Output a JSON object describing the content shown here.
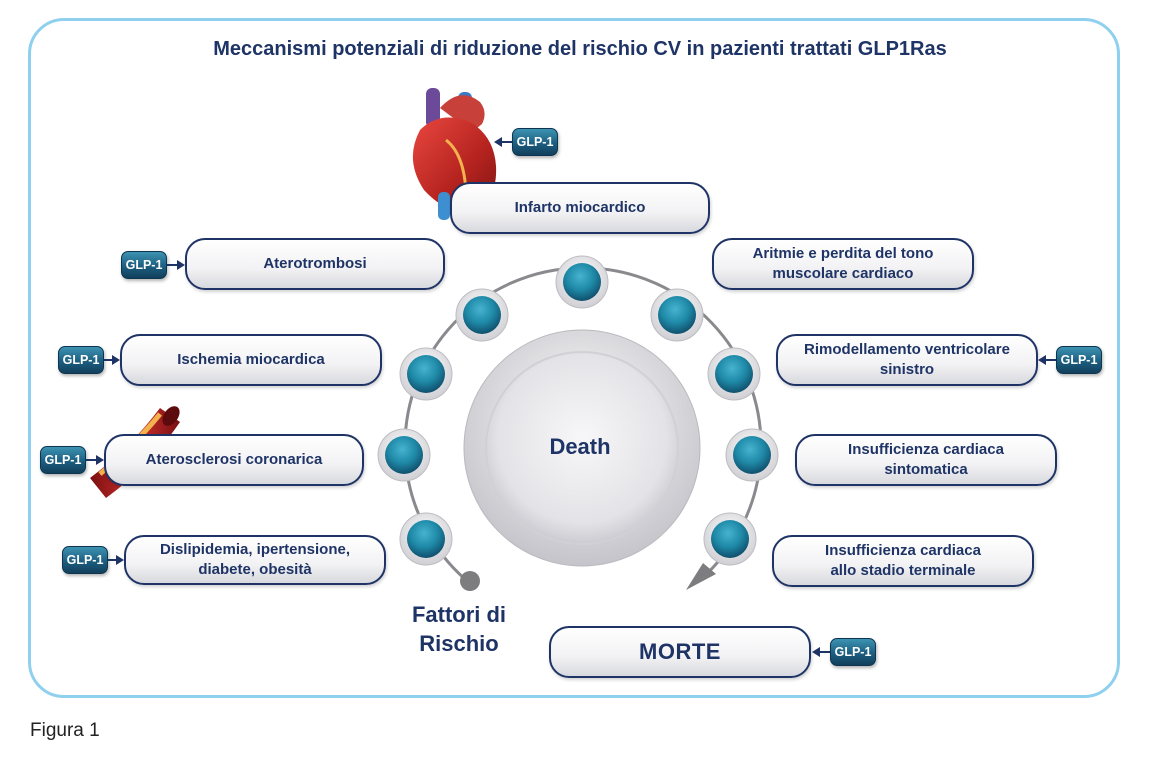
{
  "title": "Meccanismi potenziali di riduzione del rischio CV in pazienti trattati GLP1Ras",
  "center_label": "Death",
  "start_label": "Fattori di\nRischio",
  "tag_label": "GLP-1",
  "caption": "Figura 1",
  "colors": {
    "navy": "#1f3466",
    "frame": "#8fd0ef",
    "tag": "#1c5e80",
    "node": "#1f8aa8"
  },
  "stages": [
    {
      "id": "dislipidemia",
      "label": "Dislipidemia, ipertensione,\ndiabete, obesità",
      "glp1": true
    },
    {
      "id": "aterosclerosi",
      "label": "Aterosclerosi coronarica",
      "glp1": true
    },
    {
      "id": "ischemia",
      "label": "Ischemia miocardica",
      "glp1": true
    },
    {
      "id": "aterotrombosi",
      "label": "Aterotrombosi",
      "glp1": true
    },
    {
      "id": "infarto",
      "label": "Infarto miocardico",
      "glp1": true
    },
    {
      "id": "aritmie",
      "label": "Aritmie e perdita del tono\nmuscolare cardiaco",
      "glp1": false
    },
    {
      "id": "rimodellamento",
      "label": "Rimodellamento ventricolare\nsinistro",
      "glp1": true
    },
    {
      "id": "insuff-sintomatica",
      "label": "Insufficienza cardiaca sintomatica",
      "glp1": false
    },
    {
      "id": "insuff-terminale",
      "label": "Insufficienza cardiaca\nallo stadio terminale",
      "glp1": false
    },
    {
      "id": "morte",
      "label": "MORTE",
      "glp1": true
    }
  ]
}
